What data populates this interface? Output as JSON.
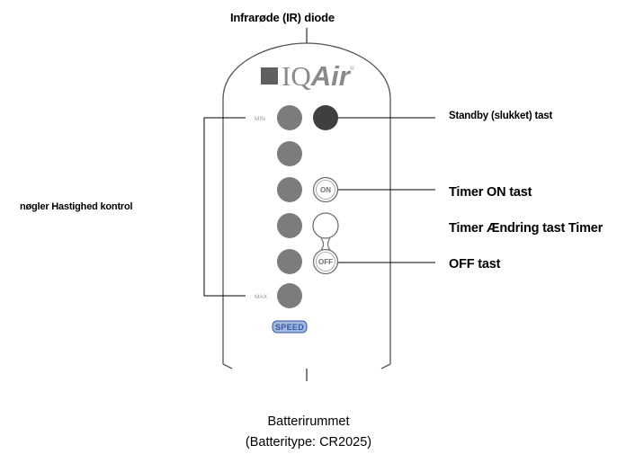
{
  "labels": {
    "ir_diode": "Infrarøde (IR) diode",
    "speed_keys": "nøgler Hastighed kontrol",
    "standby": "Standby (slukket) tast",
    "timer_on": "Timer ON tast",
    "timer_change": "Timer Ændring tast Timer",
    "off": "OFF tast",
    "battery": "Batterirummet",
    "battery_type": "(Batteritype: CR2025)"
  },
  "remote": {
    "brand": "IQ",
    "brand_italic": "Air",
    "registered": "®",
    "min_label": "MIN",
    "max_label": "MAX",
    "speed_badge": "SPEED",
    "on_key": "ON",
    "off_key": "OFF"
  },
  "colors": {
    "speed_button": "#7c7c7c",
    "standby_button": "#3f3f3f",
    "outline": "#6f6f6f",
    "speed_badge_bg": "#8fa8d6",
    "speed_badge_text": "#2f5aa8"
  }
}
